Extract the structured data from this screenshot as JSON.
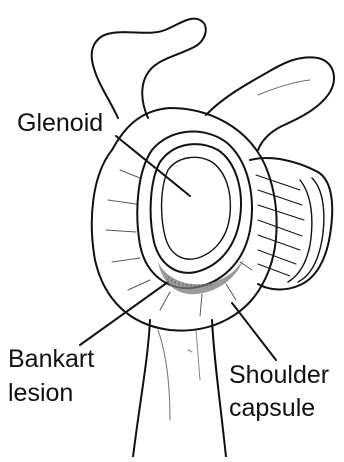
{
  "labels": {
    "glenoid": "Glenoid",
    "bankart_line1": "Bankart",
    "bankart_line2": "lesion",
    "shoulder_line1": "Shoulder",
    "shoulder_line2": "capsule"
  },
  "colors": {
    "ink": "#111111",
    "background": "#ffffff",
    "lesion_shading": "#7a7a7a"
  }
}
